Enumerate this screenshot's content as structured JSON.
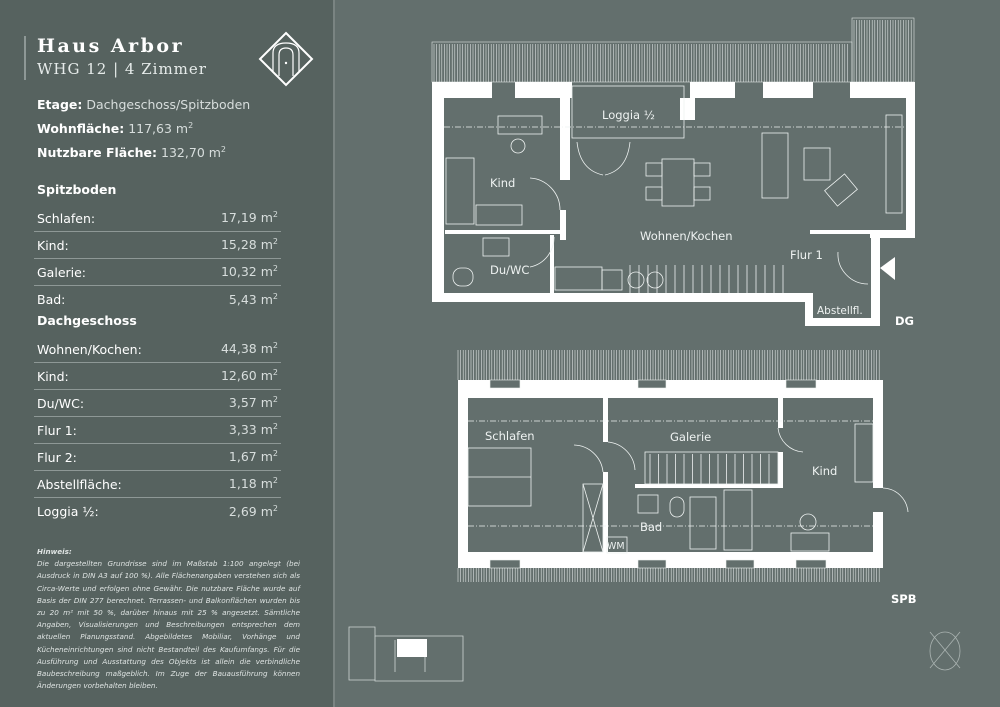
{
  "header": {
    "title": "Haus Arbor",
    "subtitle": "WHG 12 | 4 Zimmer",
    "logo_icon": "diamond-arch-logo"
  },
  "meta": [
    {
      "label": "Etage:",
      "value": "Dachgeschoss/Spitzboden"
    },
    {
      "label": "Wohnfläche:",
      "value": "117,63 m",
      "sup": "2"
    },
    {
      "label": "Nutzbare Fläche:",
      "value": "132,70 m",
      "sup": "2"
    }
  ],
  "sections": [
    {
      "title": "Spitzboden",
      "rows": [
        {
          "room": "Schlafen:",
          "area": "17,19 m"
        },
        {
          "room": "Kind:",
          "area": "15,28 m"
        },
        {
          "room": "Galerie:",
          "area": "10,32 m"
        },
        {
          "room": "Bad:",
          "area": "5,43 m"
        }
      ]
    },
    {
      "title": "Dachgeschoss",
      "rows": [
        {
          "room": "Wohnen/Kochen:",
          "area": "44,38 m"
        },
        {
          "room": "Kind:",
          "area": "12,60 m"
        },
        {
          "room": "Du/WC:",
          "area": "3,57 m"
        },
        {
          "room": "Flur 1:",
          "area": "3,33 m"
        },
        {
          "room": "Flur 2:",
          "area": "1,67 m"
        },
        {
          "room": "Abstellfläche:",
          "area": "1,18 m"
        },
        {
          "room": "Loggia ½:",
          "area": "2,69 m"
        }
      ]
    }
  ],
  "unit_sup": "2",
  "note": {
    "title": "Hinweis:",
    "text": "Die dargestellten Grundrisse sind im Maßstab 1:100  angelegt (bei Ausdruck in DIN A3 auf 100 %). Alle Flächenangaben verstehen sich als Circa-Werte und erfolgen ohne Gewähr. Die nutzbare Fläche wurde auf Basis der DIN 277 berechnet. Terrassen- und Balkonflächen wurden bis zu 20 m² mit 50 %, darüber hinaus mit 25 % angesetzt. Sämtliche Angaben, Visualisierungen und Beschreibungen entsprechen dem aktuellen Planungsstand. Abgebildetes Mobiliar, Vorhänge und Kücheneinrichtungen sind nicht Bestandteil des Kaufumfangs. Für die Ausführung und Ausstattung des Objekts ist allein die verbindliche Baubeschreibung maßgeblich. Im Zuge der Bauausführung können Änderungen vorbehalten bleiben."
  },
  "plans": {
    "dg": {
      "tag": "DG",
      "rooms": {
        "loggia": "Loggia ½",
        "kind": "Kind",
        "wohnen": "Wohnen/Kochen",
        "flur": "Flur 1",
        "duwc": "Du/WC",
        "abstell": "Abstellfl."
      }
    },
    "spb": {
      "tag": "SPB",
      "rooms": {
        "schlafen": "Schlafen",
        "galerie": "Galerie",
        "kind": "Kind",
        "bad": "Bad",
        "wm": "WM"
      }
    }
  },
  "icons": {
    "compass": "compass-icon",
    "keyplan": "building-keyplan"
  },
  "colors": {
    "left_panel": "#56625f",
    "right_panel": "#636f6d",
    "walls": "#ffffff"
  }
}
